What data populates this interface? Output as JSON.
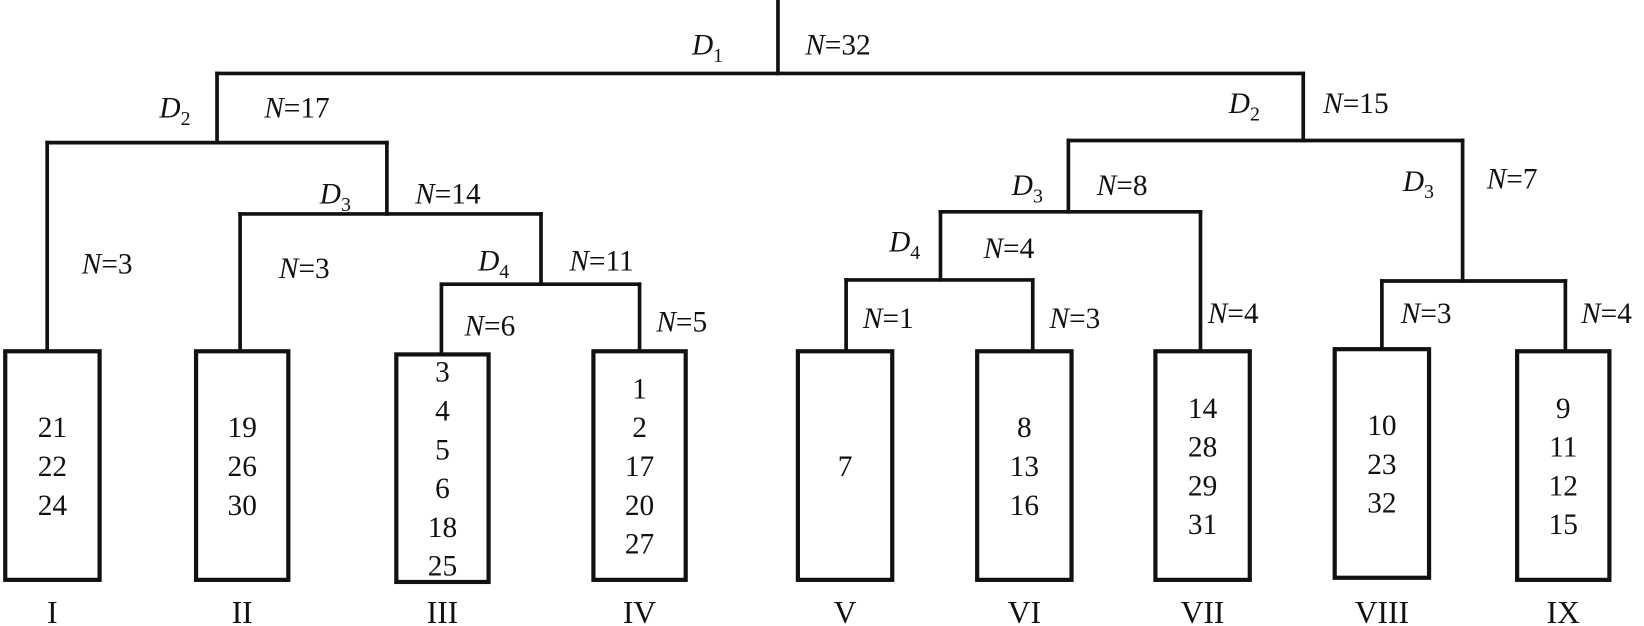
{
  "diagram": {
    "nodes": [
      {
        "id": "root",
        "d": {
          "letter": "D",
          "sub": "1"
        },
        "n": {
          "letter": "N",
          "value": "=32"
        }
      },
      {
        "id": "left",
        "d": {
          "letter": "D",
          "sub": "2"
        },
        "n": {
          "letter": "N",
          "value": "=17"
        }
      },
      {
        "id": "right",
        "d": {
          "letter": "D",
          "sub": "2"
        },
        "n": {
          "letter": "N",
          "value": "=15"
        }
      },
      {
        "id": "left-d3",
        "d": {
          "letter": "D",
          "sub": "3"
        },
        "n": {
          "letter": "N",
          "value": "=14"
        }
      },
      {
        "id": "left-d4",
        "d": {
          "letter": "D",
          "sub": "4"
        },
        "n": {
          "letter": "N",
          "value": "=11"
        }
      },
      {
        "id": "right-d3a",
        "d": {
          "letter": "D",
          "sub": "3"
        },
        "n": {
          "letter": "N",
          "value": "=8"
        }
      },
      {
        "id": "right-d4",
        "d": {
          "letter": "D",
          "sub": "4"
        },
        "n": {
          "letter": "N",
          "value": "=4"
        }
      },
      {
        "id": "right-d3b",
        "d": {
          "letter": "D",
          "sub": "3"
        },
        "n": {
          "letter": "N",
          "value": "=7"
        }
      }
    ],
    "leaves": [
      {
        "label": "I",
        "n": {
          "letter": "N",
          "value": "=3"
        },
        "members": [
          "21",
          "22",
          "24"
        ]
      },
      {
        "label": "II",
        "n": {
          "letter": "N",
          "value": "=3"
        },
        "members": [
          "19",
          "26",
          "30"
        ]
      },
      {
        "label": "III",
        "n": {
          "letter": "N",
          "value": "=6"
        },
        "members": [
          "3",
          "4",
          "5",
          "6",
          "18",
          "25"
        ]
      },
      {
        "label": "IV",
        "n": {
          "letter": "N",
          "value": "=5"
        },
        "members": [
          "1",
          "2",
          "17",
          "20",
          "27"
        ]
      },
      {
        "label": "V",
        "n": {
          "letter": "N",
          "value": "=1"
        },
        "members": [
          "7"
        ]
      },
      {
        "label": "VI",
        "n": {
          "letter": "N",
          "value": "=3"
        },
        "members": [
          "8",
          "13",
          "16"
        ]
      },
      {
        "label": "VII",
        "n": {
          "letter": "N",
          "value": "=4"
        },
        "members": [
          "14",
          "28",
          "29",
          "31"
        ]
      },
      {
        "label": "VIII",
        "n": {
          "letter": "N",
          "value": "=3"
        },
        "members": [
          "10",
          "23",
          "32"
        ]
      },
      {
        "label": "IX",
        "n": {
          "letter": "N",
          "value": "=4"
        },
        "members": [
          "9",
          "11",
          "12",
          "15"
        ]
      }
    ]
  }
}
